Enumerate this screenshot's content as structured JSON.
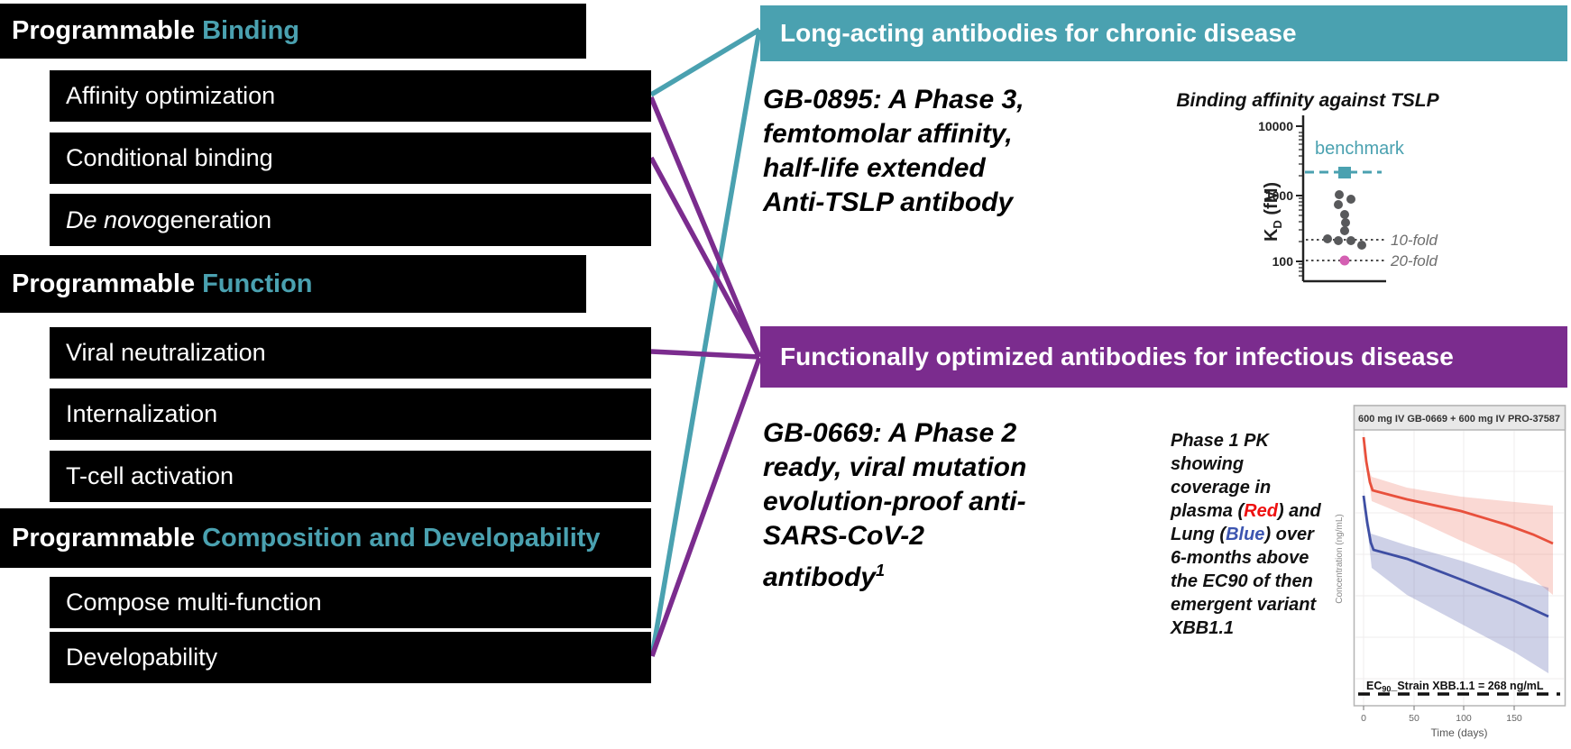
{
  "slide": {
    "left_panel": {
      "sections": [
        {
          "title_white": "Programmable",
          "title_teal": "Binding",
          "items": [
            {
              "text": "Affinity optimization"
            },
            {
              "text": "Conditional binding"
            },
            {
              "italic": "De novo",
              "text": " generation"
            }
          ]
        },
        {
          "title_white": "Programmable",
          "title_teal": "Function",
          "items": [
            {
              "text": "Viral neutralization"
            },
            {
              "text": "Internalization"
            },
            {
              "text": "T-cell activation"
            }
          ]
        },
        {
          "title_white": "Programmable",
          "title_teal": "Composition and Developability",
          "items": [
            {
              "text": "Compose multi-function"
            },
            {
              "text": "Developability"
            }
          ]
        }
      ]
    },
    "teal_program": {
      "banner": "Long-acting antibodies for chronic disease",
      "headline": [
        "GB-0895: A Phase 3,",
        "femtomolar affinity,",
        "half-life extended",
        "Anti-TSLP antibody"
      ]
    },
    "purple_program": {
      "banner": "Functionally optimized antibodies for infectious disease",
      "headline": [
        "GB-0669: A Phase 2",
        "ready, viral mutation",
        "evolution-proof anti-",
        "SARS-CoV-2"
      ],
      "headline_last_word": "antibody",
      "footnote_marker": "1",
      "pk_note": {
        "part1": "Phase 1 PK showing coverage in plasma (",
        "red_word": "Red",
        "part2": ") and Lung (",
        "blue_word": "Blue",
        "part3": ") over 6-months above the EC90 of then emergent variant XBB1.1"
      }
    },
    "colors": {
      "teal": "#4AA1B0",
      "purple": "#7B2C8E",
      "red_line": "#E8503C",
      "blue_line": "#3E4EA3",
      "pink_point": "#D45FB2",
      "bar_black": "#000000"
    },
    "connections": {
      "teal_banner_from": [
        "Affinity optimization",
        "Developability"
      ],
      "purple_banner_from": [
        "Affinity optimization",
        "Conditional binding",
        "Viral neutralization",
        "Developability"
      ]
    }
  },
  "chart_data": [
    {
      "type": "scatter",
      "title": "Binding affinity against TSLP",
      "ylabel": "KD (fM)",
      "ylabel_parts": {
        "k": "K",
        "sub": "D",
        "rest": " (fM)"
      },
      "yscale": "log",
      "ylim": [
        50,
        10000
      ],
      "ytick_labels": [
        "10000",
        "1000",
        "100"
      ],
      "benchmark": {
        "label": "benchmark",
        "value_fM": 2200
      },
      "reference_lines": [
        {
          "label": "10-fold",
          "value_fM": 220
        },
        {
          "label": "20-fold",
          "value_fM": 110
        }
      ],
      "library_points_fM": [
        1050,
        900,
        700,
        500,
        400,
        330,
        230,
        215,
        210,
        175
      ],
      "lead_point_fM": 105,
      "grid": false,
      "legend_position": "none"
    },
    {
      "type": "line",
      "title": "600 mg IV GB-0669 + 600 mg IV PRO-37587",
      "xlabel": "Time (days)",
      "ylabel": "Concentration (ng/mL)",
      "yscale": "log",
      "grid": true,
      "xtick_labels": [
        "0",
        "50",
        "100",
        "150"
      ],
      "x_days": [
        0,
        2,
        7,
        12,
        25,
        50,
        75,
        100,
        125,
        150,
        185
      ],
      "series": [
        {
          "name": "Plasma",
          "color": "#E8503C",
          "band": "shaded CI",
          "y_ng_mL": [
            250000,
            110000,
            60000,
            50000,
            45000,
            38000,
            31000,
            25000,
            19000,
            14000,
            9500
          ]
        },
        {
          "name": "Lung",
          "color": "#3E4EA3",
          "band": "shaded CI",
          "y_ng_mL": [
            30000,
            14000,
            7500,
            6200,
            5600,
            4700,
            3800,
            3000,
            2300,
            1700,
            1000
          ]
        }
      ],
      "annotation": {
        "label_prefix": "EC",
        "label_sub": "90",
        "label_rest": "_Strain XBB.1.1 = 268 ng/mL",
        "value_ng_mL": 268
      }
    }
  ]
}
